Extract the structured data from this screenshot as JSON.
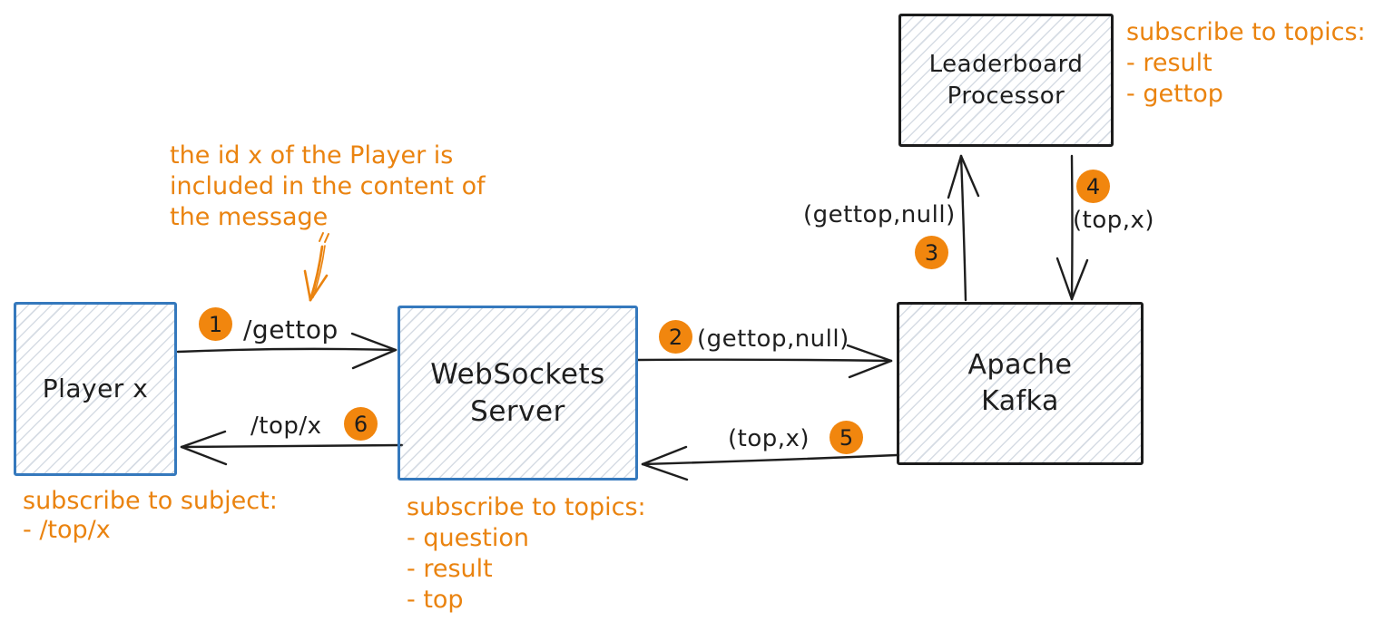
{
  "colors": {
    "accent_orange": "#ea830f",
    "badge_orange": "#f1860e",
    "blue_box_border": "#3579bd",
    "black_box_border": "#1c1c1c",
    "ink": "#1e1e1e"
  },
  "nodes": {
    "player": {
      "label": "Player x"
    },
    "websockets": {
      "line1": "WebSockets",
      "line2": "Server"
    },
    "kafka": {
      "line1": "Apache",
      "line2": "Kafka"
    },
    "leaderboard": {
      "line1": "Leaderboard",
      "line2": "Processor"
    }
  },
  "edges": [
    {
      "num": "1",
      "label": "/gettop"
    },
    {
      "num": "2",
      "label": "(gettop,null)"
    },
    {
      "num": "3",
      "label": "(gettop,null)"
    },
    {
      "num": "4",
      "label": "(top,x)"
    },
    {
      "num": "5",
      "label": "(top,x)"
    },
    {
      "num": "6",
      "label": "/top/x"
    }
  ],
  "annotations": {
    "note": {
      "lines": [
        "the id x of the Player is",
        "included in the content of",
        "the message"
      ]
    },
    "player_subscribe": {
      "title": "subscribe to subject:",
      "items": [
        "- /top/x"
      ]
    },
    "ws_subscribe": {
      "title": "subscribe to topics:",
      "items": [
        "- question",
        "- result",
        "- top"
      ]
    },
    "leaderboard_subscribe": {
      "title": "subscribe to topics:",
      "items": [
        "- result",
        "- gettop"
      ]
    }
  }
}
